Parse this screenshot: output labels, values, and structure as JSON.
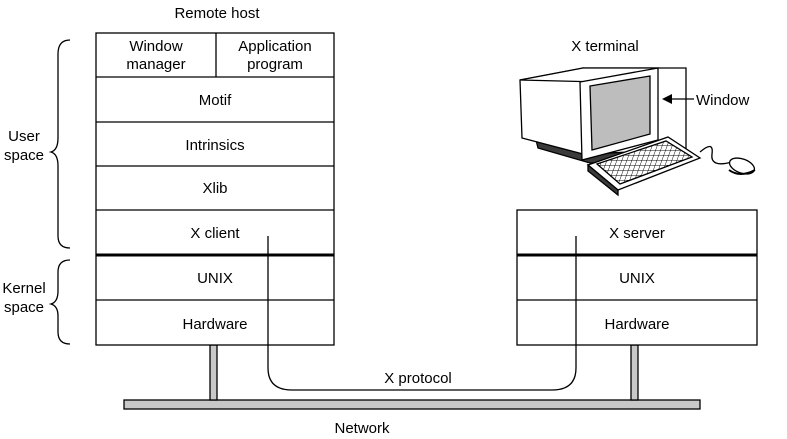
{
  "remote_host": {
    "title": "Remote host",
    "window_manager": [
      "Window",
      "manager"
    ],
    "application_program": [
      "Application",
      "program"
    ],
    "motif": "Motif",
    "intrinsics": "Intrinsics",
    "xlib": "Xlib",
    "x_client": "X client",
    "unix": "UNIX",
    "hardware": "Hardware"
  },
  "terminal": {
    "title": "X terminal",
    "window_label": "Window",
    "x_server": "X server",
    "unix": "UNIX",
    "hardware": "Hardware"
  },
  "side_labels": {
    "user_space": [
      "User",
      "space"
    ],
    "kernel_space": [
      "Kernel",
      "space"
    ]
  },
  "x_protocol": "X protocol",
  "network": "Network",
  "colors": {
    "stroke": "#000000",
    "network_bar": "#c8c8c8",
    "screen": "#bdbdbd",
    "monitor_body": "#ffffff"
  }
}
